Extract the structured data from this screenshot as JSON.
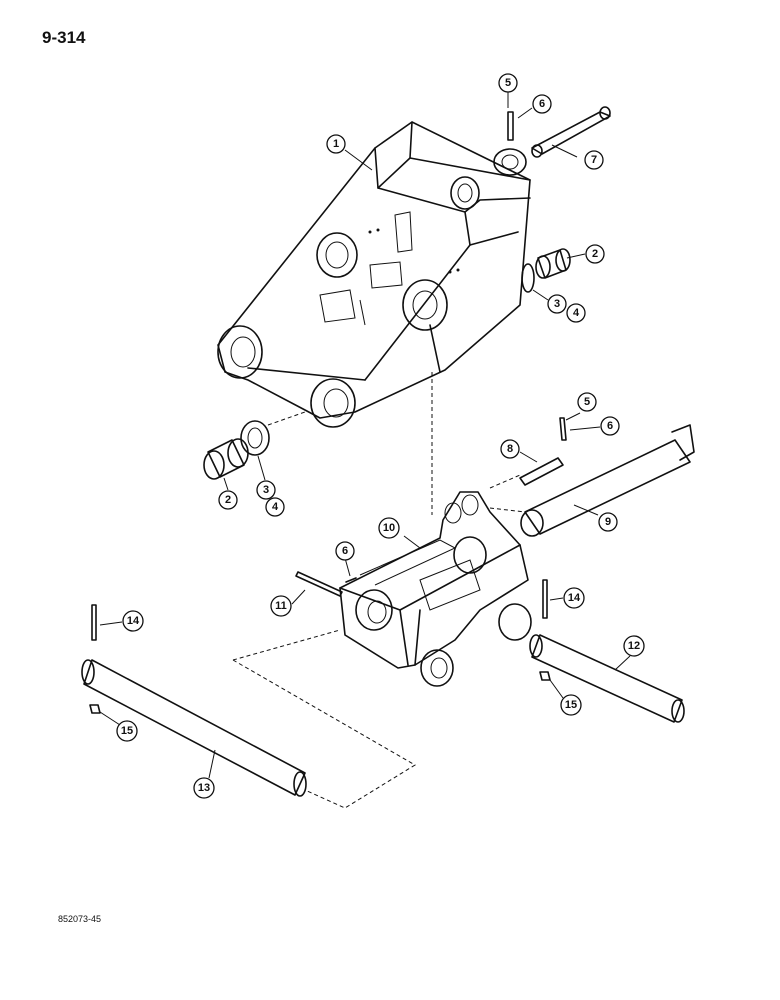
{
  "header": {
    "page_number": "9-314"
  },
  "footer": {
    "figure_code": "852073-45"
  },
  "callouts": {
    "c1": "1",
    "c2a": "2",
    "c2b": "2",
    "c3a": "3",
    "c3b": "3",
    "c4a": "4",
    "c4b": "4",
    "c5a": "5",
    "c5b": "5",
    "c6a": "6",
    "c6b": "6",
    "c6c": "6",
    "c7": "7",
    "c8": "8",
    "c9": "9",
    "c10": "10",
    "c11": "11",
    "c12": "12",
    "c13": "13",
    "c14a": "14",
    "c14b": "14",
    "c15a": "15",
    "c15b": "15"
  }
}
